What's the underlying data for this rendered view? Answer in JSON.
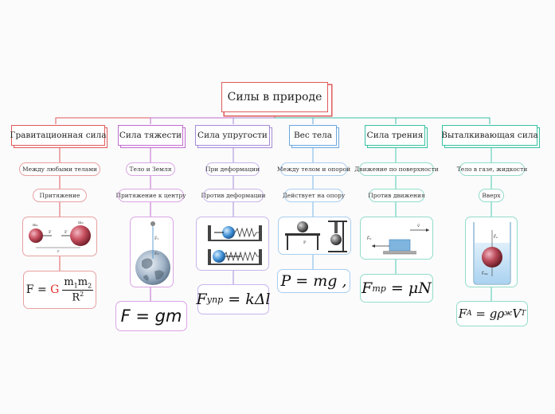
{
  "root": {
    "title": "Силы в природе"
  },
  "categories": [
    {
      "label": "Гравитационная сила",
      "fact1": "Между любыми телами",
      "fact2": "Притяжение",
      "formula": {
        "prefix": "F = ",
        "g": "G",
        "num": "m",
        "sub1": "1",
        "sub2": "2",
        "den": "R",
        "exp": "2"
      },
      "image_labels": {
        "m1": "m₁",
        "m2": "m₂",
        "f1": "F",
        "f2": "F",
        "r": "r"
      }
    },
    {
      "label": "Сила тяжести",
      "fact1": "Тело и Земля",
      "fact2": "Притяжение к центру",
      "formula": {
        "text": "F = gm"
      },
      "image_labels": {
        "f": "F̅₁",
        "f2": "F₂"
      }
    },
    {
      "label": "Сила упругости",
      "fact1": "При деформации",
      "fact2": "Против деформации",
      "formula": {
        "main": "F",
        "sub": "упр",
        "rest": " = kΔl"
      }
    },
    {
      "label": "Вес тела",
      "fact1": "Между телом и опорой",
      "fact2": "Действует на опору",
      "formula": {
        "text": "P = mg ,"
      },
      "image_labels": {
        "p": "P"
      }
    },
    {
      "label": "Сила трения",
      "fact1": "Движение по поверхности",
      "fact2": "Против движения",
      "formula": {
        "main": "F",
        "sub": "тр",
        "rest": " = μN"
      },
      "image_labels": {
        "v": "v⃗",
        "f": "F⃗ₜᵣ"
      }
    },
    {
      "label": "Выталкивающая сила",
      "fact1": "Тело в газе, жидкости",
      "fact2": "Вверх",
      "formula": {
        "main": "F",
        "sub": "A",
        "rest": " = gρ",
        "sub2": "ж",
        "rest2": "V",
        "sub3": "T"
      },
      "image_labels": {
        "fa": "F⃗ₐ",
        "ft": "F⃗ₜₐₘ"
      }
    }
  ],
  "colors": {
    "red": "#e05a5a",
    "purple": "#b57ee0",
    "blue": "#6aa5e0",
    "teal": "#38c2a3",
    "violet": "#c06bd0",
    "lavender": "#a58bd8",
    "sky": "#7ab7e6",
    "mint": "#4ec9b0"
  }
}
